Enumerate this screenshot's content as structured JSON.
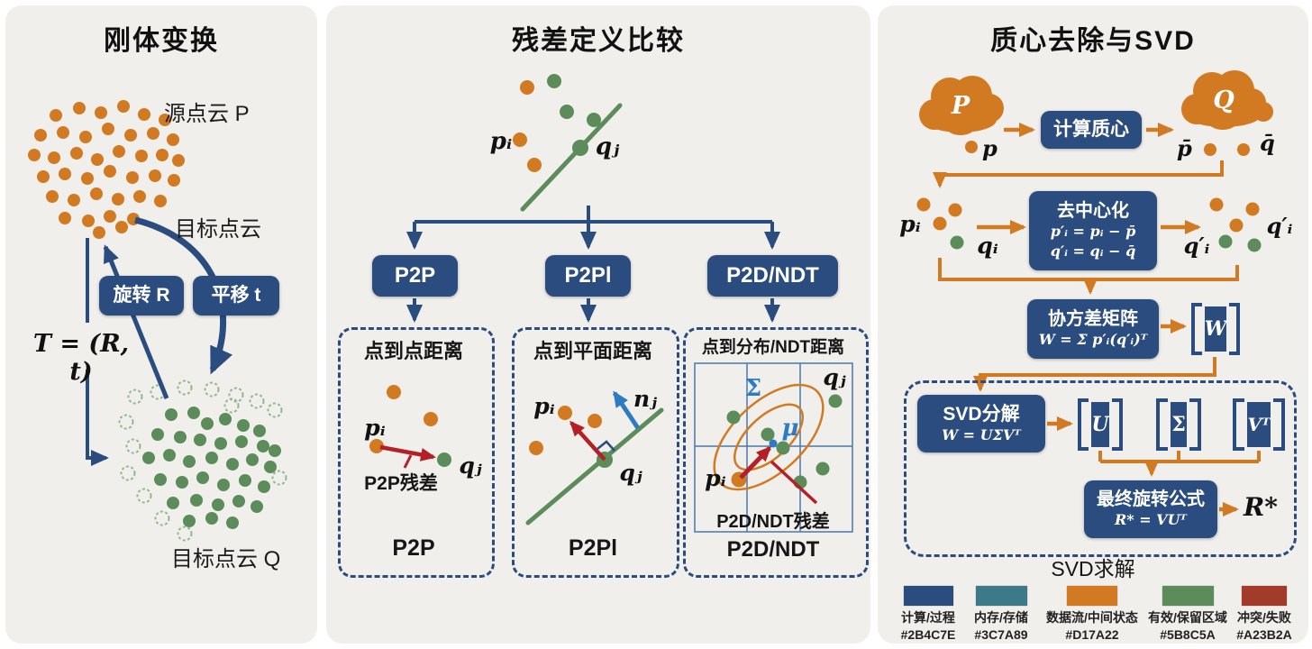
{
  "panels": {
    "rigid": {
      "title": "刚体变换",
      "source_label": "源点云 P",
      "target_label": "目标点云",
      "rotate_label": "旋转 R",
      "translate_label": "平移 t",
      "transform_formula": "T = (R, t)",
      "target_q_label": "目标点云 Q",
      "source_points": [
        [
          56,
          122
        ],
        [
          82,
          114
        ],
        [
          106,
          119
        ],
        [
          131,
          112
        ],
        [
          154,
          121
        ],
        [
          177,
          127
        ],
        [
          39,
          144
        ],
        [
          64,
          141
        ],
        [
          89,
          146
        ],
        [
          114,
          137
        ],
        [
          139,
          144
        ],
        [
          164,
          142
        ],
        [
          186,
          149
        ],
        [
          32,
          166
        ],
        [
          54,
          169
        ],
        [
          79,
          164
        ],
        [
          102,
          171
        ],
        [
          126,
          162
        ],
        [
          151,
          167
        ],
        [
          174,
          166
        ],
        [
          192,
          172
        ],
        [
          42,
          190
        ],
        [
          66,
          187
        ],
        [
          91,
          192
        ],
        [
          116,
          184
        ],
        [
          141,
          191
        ],
        [
          166,
          189
        ],
        [
          187,
          194
        ],
        [
          52,
          212
        ],
        [
          76,
          216
        ],
        [
          101,
          209
        ],
        [
          125,
          215
        ],
        [
          149,
          212
        ],
        [
          172,
          217
        ],
        [
          66,
          236
        ],
        [
          92,
          239
        ],
        [
          116,
          234
        ],
        [
          142,
          237
        ],
        [
          104,
          252
        ],
        [
          129,
          246
        ]
      ],
      "target_points": [
        [
          184,
          454
        ],
        [
          209,
          452
        ],
        [
          224,
          464
        ],
        [
          244,
          459
        ],
        [
          264,
          466
        ],
        [
          282,
          472
        ],
        [
          169,
          476
        ],
        [
          194,
          479
        ],
        [
          216,
          482
        ],
        [
          239,
          486
        ],
        [
          262,
          484
        ],
        [
          286,
          489
        ],
        [
          299,
          494
        ],
        [
          159,
          502
        ],
        [
          182,
          499
        ],
        [
          204,
          506
        ],
        [
          229,
          502
        ],
        [
          252,
          509
        ],
        [
          274,
          504
        ],
        [
          294,
          512
        ],
        [
          172,
          526
        ],
        [
          196,
          529
        ],
        [
          219,
          524
        ],
        [
          242,
          532
        ],
        [
          266,
          527
        ],
        [
          287,
          534
        ],
        [
          186,
          552
        ],
        [
          212,
          549
        ],
        [
          236,
          554
        ],
        [
          259,
          550
        ],
        [
          279,
          556
        ],
        [
          204,
          572
        ],
        [
          229,
          569
        ],
        [
          252,
          574
        ]
      ],
      "target_points_hollow": [
        [
          144,
          434
        ],
        [
          169,
          429
        ],
        [
          199,
          424
        ],
        [
          229,
          426
        ],
        [
          256,
          432
        ],
        [
          279,
          439
        ],
        [
          299,
          449
        ],
        [
          134,
          462
        ],
        [
          142,
          489
        ],
        [
          136,
          519
        ],
        [
          154,
          544
        ],
        [
          174,
          569
        ],
        [
          199,
          586
        ],
        [
          304,
          524
        ],
        [
          251,
          444
        ]
      ]
    },
    "residual": {
      "title": "残差定义比较",
      "top": {
        "pi": "pᵢ",
        "qj": "qⱼ",
        "orange": [
          [
            223,
            91
          ],
          [
            215,
            149
          ],
          [
            231,
            177
          ]
        ],
        "green": [
          [
            253,
            84
          ],
          [
            267,
            118
          ],
          [
            297,
            127
          ]
        ],
        "line_dot": [
          [
            282,
            158
          ]
        ]
      },
      "p2p": {
        "node": "P2P",
        "header": "点到点距离",
        "pi": "pᵢ",
        "qj": "qⱼ",
        "residual_label": "P2P残差",
        "caption": "P2P",
        "orange": [
          [
            75,
            429
          ],
          [
            116,
            459
          ],
          [
            56,
            489
          ]
        ],
        "green": [
          [
            131,
            504
          ]
        ]
      },
      "p2pl": {
        "node": "P2Pl",
        "header": "点到平面距离",
        "pi": "pᵢ",
        "qj": "qⱼ",
        "normal_label": "nⱼ",
        "caption": "P2Pl",
        "orange": [
          [
            265,
            452
          ],
          [
            298,
            461
          ],
          [
            233,
            491
          ]
        ],
        "green": [
          [
            309,
            504
          ]
        ]
      },
      "p2d": {
        "node": "P2D/NDT",
        "header": "点到分布/NDT距离",
        "pi": "pᵢ",
        "qj": "qⱼ",
        "sigma": "Σ",
        "mu": "μ",
        "residual_label": "P2D/NDT残差",
        "caption": "P2D/NDT",
        "green": [
          [
            452,
            457
          ],
          [
            490,
            476
          ],
          [
            507,
            491
          ],
          [
            565,
            439
          ],
          [
            551,
            514
          ],
          [
            526,
            529
          ]
        ],
        "orange": [
          [
            458,
            526
          ]
        ],
        "mu_dot": [
          [
            496,
            486
          ]
        ]
      }
    },
    "svd": {
      "title": "质心去除与SVD",
      "cloud_p": "P",
      "cloud_q": "Q",
      "p_label": "p",
      "pbar_label": "p̄",
      "qbar_label": "q̄",
      "centroid_label": "计算质心",
      "pi": "pᵢ",
      "qi": "qᵢ",
      "qprime_left": "q′ᵢ",
      "qprime_right": "q′ᵢ",
      "decenter": {
        "title": "去中心化",
        "f1": "p′ᵢ = pᵢ − p̄",
        "f2": "q′ᵢ = qᵢ − q̄"
      },
      "cov": {
        "title": "协方差矩阵",
        "formula": "W = Σ p′ᵢ(q′ᵢ)ᵀ"
      },
      "w": "W",
      "svd_box": {
        "title": "SVD分解",
        "formula": "W = UΣVᵀ"
      },
      "u": "U",
      "s": "Σ",
      "vt": "Vᵀ",
      "final_box": {
        "title": "最终旋转公式",
        "formula": "R* = VUᵀ"
      },
      "r_star": "R*",
      "group_label": "SVD求解",
      "p_dot": [
        [
          104,
          157
        ]
      ],
      "centroid_dots": [
        [
          369,
          160
        ],
        [
          406,
          160
        ]
      ],
      "cluster_left": {
        "orange": [
          [
            51,
            221
          ],
          [
            86,
            227
          ],
          [
            69,
            242
          ]
        ],
        "green": [
          [
            88,
            263
          ]
        ]
      },
      "cluster_right": {
        "orange": [
          [
            376,
            221
          ],
          [
            416,
            226
          ],
          [
            398,
            244
          ]
        ],
        "green": [
          [
            386,
            262
          ],
          [
            418,
            266
          ]
        ]
      }
    }
  },
  "legend": {
    "items": [
      {
        "label": "计算/过程",
        "hex": "#2B4C7E"
      },
      {
        "label": "内存/存储",
        "hex": "#3C7A89"
      },
      {
        "label": "数据流/中间状态",
        "hex": "#D17A22"
      },
      {
        "label": "有效/保留区域",
        "hex": "#5B8C5A"
      },
      {
        "label": "冲突/失败",
        "hex": "#A23B2A"
      }
    ]
  },
  "colors": {
    "process": "#2B4C7E",
    "memory": "#3C7A89",
    "flow": "#D17A22",
    "valid": "#5B8C5A",
    "conflict": "#A23B2A",
    "residual_red": "#B42025",
    "normal_blue": "#2E7BC4",
    "panel_bg": "#F0EFEC"
  }
}
